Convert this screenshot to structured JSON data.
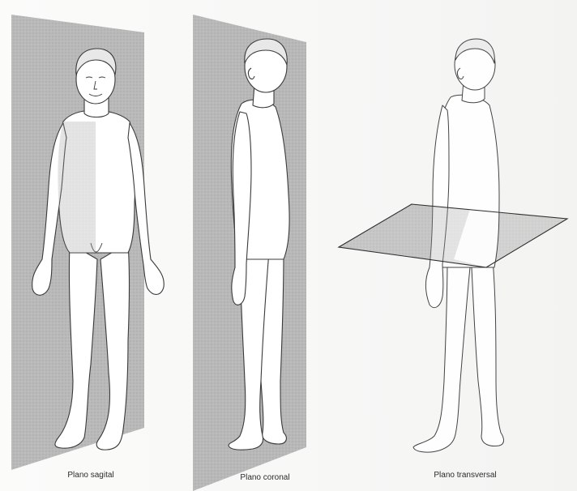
{
  "panels": [
    {
      "id": "sagittal",
      "caption": "Plano sagital"
    },
    {
      "id": "coronal",
      "caption": "Plano coronal"
    },
    {
      "id": "transverse",
      "caption": "Plano transversal"
    }
  ],
  "colors": {
    "plane_fill": "#9a9a9a",
    "line": "#3a3a3a",
    "skin": "#ffffff",
    "background": "#fbfbfa"
  }
}
